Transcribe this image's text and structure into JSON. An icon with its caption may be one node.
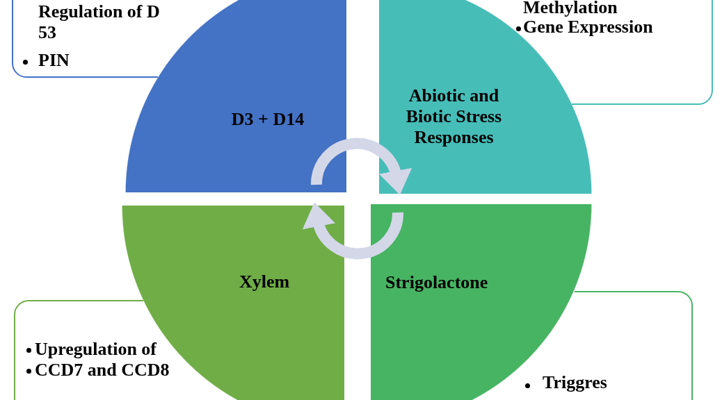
{
  "diagram": {
    "nodes": [
      {
        "text": [
          "Regulation of D 53",
          "PIN"
        ]
      },
      {
        "text": [
          "Methylation",
          "Gene Expression"
        ]
      },
      {
        "text": [
          "D3 + D14"
        ]
      },
      {
        "text": [
          "Abiotic and Biotic Stress Responses"
        ]
      },
      {
        "text": [
          "Xylem"
        ]
      },
      {
        "text": [
          "Strigolactone"
        ]
      },
      {
        "text": [
          "Upregulation of",
          "CCD7 and CCD8"
        ]
      },
      {
        "text": [
          "Triggres"
        ]
      }
    ],
    "edges": [
      {
        "from": 2,
        "to": 3,
        "arrow": "to"
      },
      {
        "from": 5,
        "to": 4,
        "arrow": "to"
      }
    ]
  }
}
